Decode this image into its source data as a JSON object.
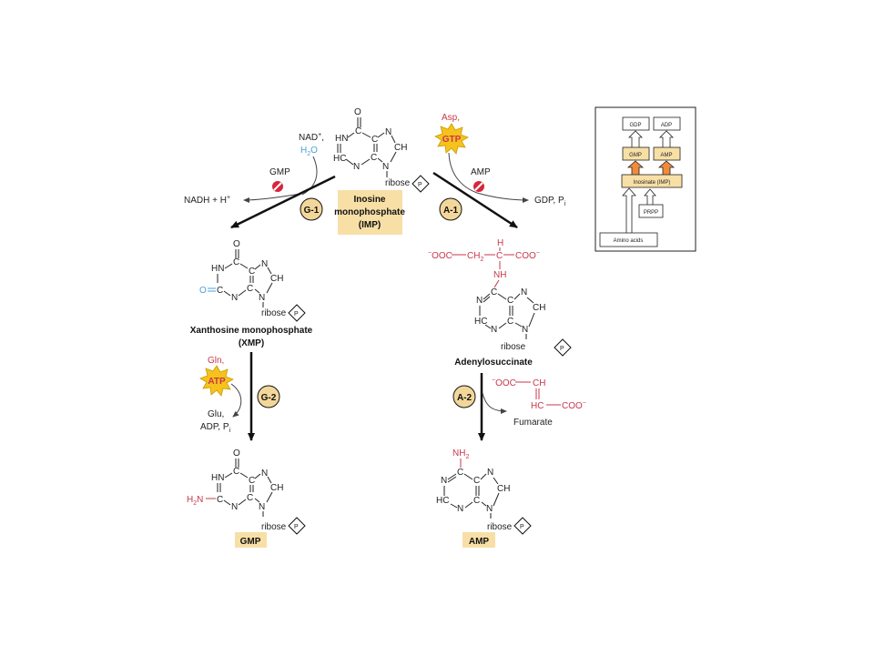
{
  "imp": {
    "atoms": {
      "o": "O",
      "hn": "HN",
      "c1": "C",
      "c2": "C",
      "n1": "N",
      "ch": "CH",
      "hc": "HC",
      "n2": "N",
      "c3": "C",
      "n3": "N"
    },
    "ribose": "ribose",
    "phosphate": "P",
    "name_line1": "Inosine",
    "name_line2": "monophosphate",
    "name_line3": "(IMP)"
  },
  "left": {
    "nad": "NAD",
    "nad_sup": "+",
    "nad_comma": ",",
    "h2o_h": "H",
    "h2o_sub": "2",
    "h2o_o": "O",
    "gmp_inhib": "GMP",
    "nadh": "NADH + H",
    "nadh_sup": "+",
    "step1": "G-1",
    "xmp_name_line1": "Xanthosine monophosphate",
    "xmp_name_line2": "(XMP)",
    "gln": "Gln,",
    "atp": "ATP",
    "step2": "G-2",
    "glu": "Glu,",
    "adp": "ADP, P",
    "adp_sub": "i",
    "gmp_final": "GMP",
    "o_blue": "O",
    "h2n": "H",
    "h2n_sub": "2",
    "h2n_n": "N"
  },
  "right": {
    "asp": "Asp,",
    "gtp": "GTP",
    "amp_inhib": "AMP",
    "gdp": "GDP, P",
    "gdp_sub": "i",
    "step1": "A-1",
    "ooc": "OOC",
    "ch2": "CH",
    "ch2_sub": "2",
    "c": "C",
    "coo": "COO",
    "h": "H",
    "nh": "NH",
    "adenylo_name": "Adenylosuccinate",
    "step2": "A-2",
    "fum_ooc": "OOC",
    "fum_ch": "CH",
    "fum_hc": "HC",
    "fum_coo": "COO",
    "fumarate": "Fumarate",
    "nh2": "NH",
    "nh2_sub": "2",
    "amp_final": "AMP"
  },
  "inset": {
    "gdp": "GDP",
    "adp": "ADP",
    "gmp": "GMP",
    "amp": "AMP",
    "inosinate": "Inosinate (IMP)",
    "prpp": "PRPP",
    "amino": "Amino acids"
  },
  "colors": {
    "highlight": "#f7dfa6",
    "red": "#c8374b",
    "blue": "#4aa0d8",
    "orange": "#f08a3c",
    "star": "#f6c21c"
  }
}
